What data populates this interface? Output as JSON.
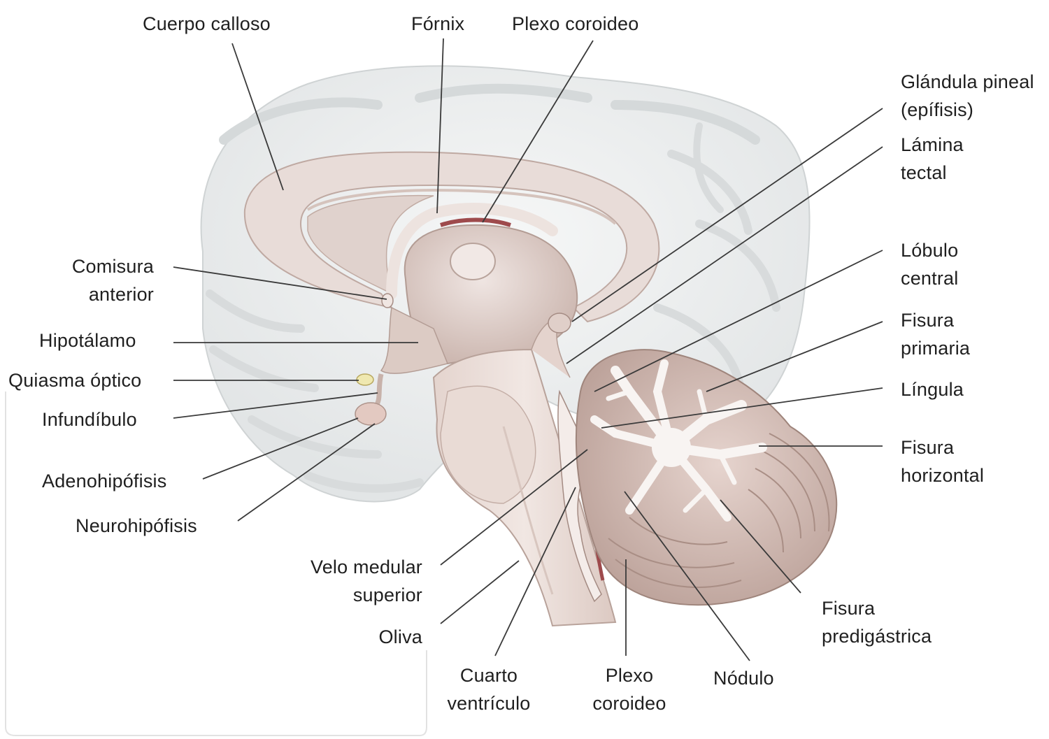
{
  "colors": {
    "background": "#ffffff",
    "cortex": "#eceeee",
    "cortex_shadow": "#d8dbdc",
    "section_pink": "#e9ddd9",
    "section_shadow": "#c9b5ae",
    "brainstem": "#eadcd6",
    "cerebellum": "#d9c3bc",
    "arbor_vitae": "#f7f3f1",
    "choroid": "#9e4a4c",
    "optic_chiasm": "#efe8b0",
    "label_text": "#1f1f1f",
    "leader_line": "#3a3a3a"
  },
  "labels": [
    {
      "id": "cuerpo-calloso",
      "lines": [
        "Cuerpo calloso"
      ]
    },
    {
      "id": "fornix",
      "lines": [
        "Fórnix"
      ]
    },
    {
      "id": "plexo-coroideo-top",
      "lines": [
        "Plexo coroideo"
      ]
    },
    {
      "id": "glandula-pineal",
      "lines": [
        "Glándula pineal",
        "(epífisis)"
      ]
    },
    {
      "id": "lamina-tectal",
      "lines": [
        "Lámina",
        "tectal"
      ]
    },
    {
      "id": "lobulo-central",
      "lines": [
        "Lóbulo",
        "central"
      ]
    },
    {
      "id": "fisura-primaria",
      "lines": [
        "Fisura",
        "primaria"
      ]
    },
    {
      "id": "lingula",
      "lines": [
        "Língula"
      ]
    },
    {
      "id": "fisura-horizontal",
      "lines": [
        "Fisura",
        "horizontal"
      ]
    },
    {
      "id": "fisura-predigastrica",
      "lines": [
        "Fisura",
        "predigástrica"
      ]
    },
    {
      "id": "nodulo",
      "lines": [
        "Nódulo"
      ]
    },
    {
      "id": "plexo-coroideo-bottom",
      "lines": [
        "Plexo",
        "coroideo"
      ]
    },
    {
      "id": "cuarto-ventriculo",
      "lines": [
        "Cuarto",
        "ventrículo"
      ]
    },
    {
      "id": "oliva",
      "lines": [
        "Oliva"
      ]
    },
    {
      "id": "velo-medular",
      "lines": [
        "Velo medular",
        "superior"
      ]
    },
    {
      "id": "neurohipofisis",
      "lines": [
        "Neurohipófisis"
      ]
    },
    {
      "id": "adenohipofisis",
      "lines": [
        "Adenohipófisis"
      ]
    },
    {
      "id": "infundibulo",
      "lines": [
        "Infundíbulo"
      ]
    },
    {
      "id": "quiasma-optico",
      "lines": [
        "Quiasma óptico"
      ]
    },
    {
      "id": "hipotalamo",
      "lines": [
        "Hipotálamo"
      ]
    },
    {
      "id": "comisura-anterior",
      "lines": [
        "Comisura",
        "anterior"
      ]
    }
  ]
}
